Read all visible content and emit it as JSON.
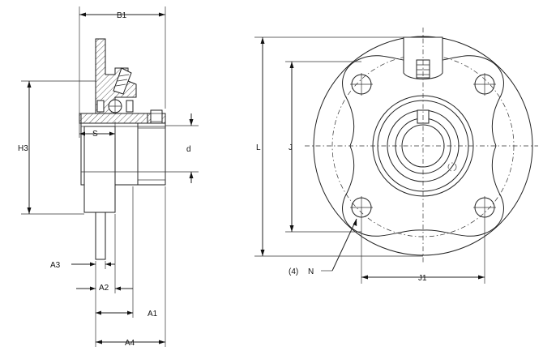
{
  "labels": {
    "b1": "B1",
    "h3": "H3",
    "s": "S",
    "d": "d",
    "a3": "A3",
    "a2": "A2",
    "a1": "A1",
    "a4": "A4",
    "l": "L",
    "j": "J",
    "j1": "J1",
    "n_count": "(4)",
    "n": "N"
  }
}
